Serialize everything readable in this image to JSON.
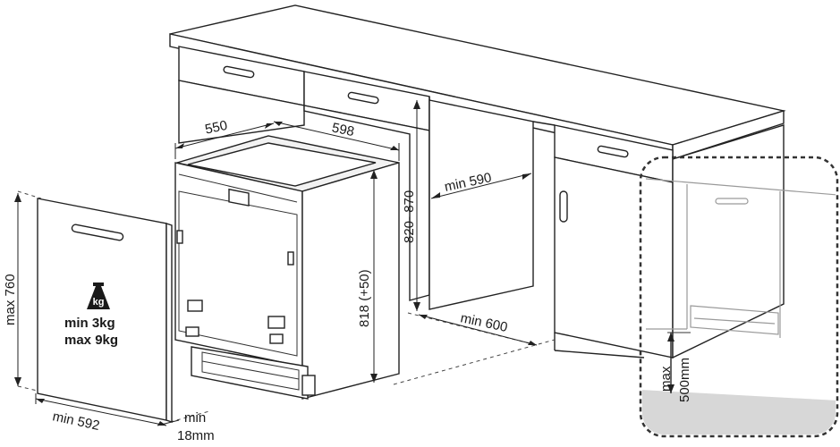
{
  "dimensions": {
    "cabinet_depth": "550",
    "opening_width": "598",
    "niche_height": "820- 870",
    "side_clearance": "min 590",
    "appliance_height": "818 (+50)",
    "floor_depth": "min 600",
    "door_height": "max 760",
    "door_width": "min 592",
    "door_thickness_line1": "min",
    "door_thickness_line2": "18mm",
    "plinth_line1": "max",
    "plinth_line2": "500mm"
  },
  "door_weight": {
    "icon_text": "kg",
    "min_line": "min  3kg",
    "max_line": "max 9kg"
  },
  "colors": {
    "line": "#222222",
    "floor_shade": "#d7d7d7",
    "callout_border": "#333333"
  },
  "icons": [
    "weight-kg-icon",
    "handle-icon"
  ]
}
